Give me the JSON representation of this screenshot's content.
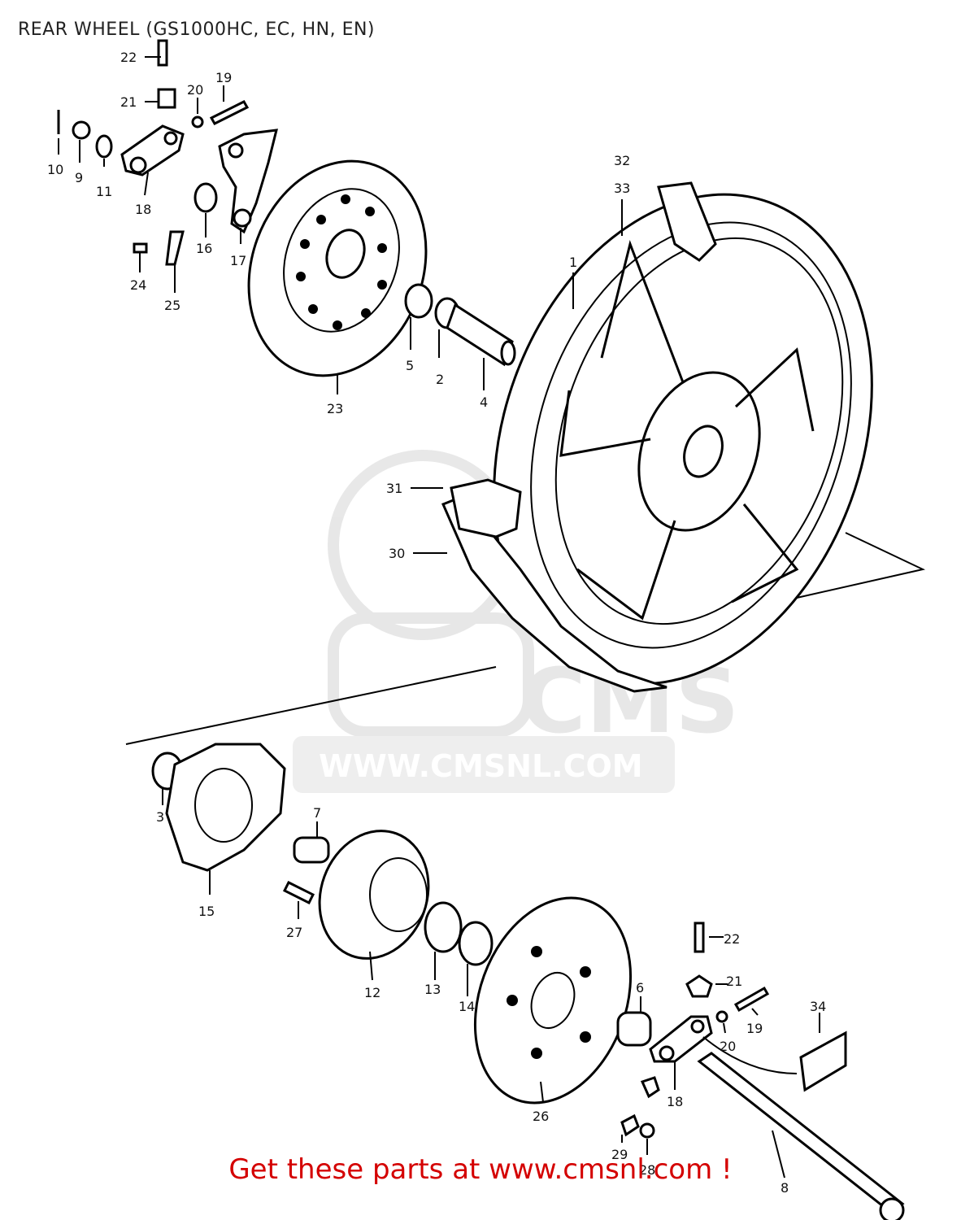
{
  "title": "REAR WHEEL (GS1000HC, EC, HN, EN)",
  "watermark": {
    "text": "WWW.CMSNL.COM",
    "logo": "CMS"
  },
  "call_to_action": {
    "text": "Get these parts at www.cmsnl.com !",
    "color": "#d40000"
  },
  "colors": {
    "line": "#000000",
    "watermark": "#c8c8c8",
    "cta": "#d40000"
  },
  "callouts": [
    {
      "id": "c22a",
      "text": "22"
    },
    {
      "id": "c21a",
      "text": "21"
    },
    {
      "id": "c20a",
      "text": "20"
    },
    {
      "id": "c19a",
      "text": "19"
    },
    {
      "id": "c10",
      "text": "10"
    },
    {
      "id": "c9",
      "text": "9"
    },
    {
      "id": "c11",
      "text": "11"
    },
    {
      "id": "c18a",
      "text": "18"
    },
    {
      "id": "c16",
      "text": "16"
    },
    {
      "id": "c17",
      "text": "17"
    },
    {
      "id": "c24",
      "text": "24"
    },
    {
      "id": "c25",
      "text": "25"
    },
    {
      "id": "c23",
      "text": "23"
    },
    {
      "id": "c5",
      "text": "5"
    },
    {
      "id": "c2",
      "text": "2"
    },
    {
      "id": "c4",
      "text": "4"
    },
    {
      "id": "c32",
      "text": "32"
    },
    {
      "id": "c33",
      "text": "33"
    },
    {
      "id": "c1",
      "text": "1"
    },
    {
      "id": "c31",
      "text": "31"
    },
    {
      "id": "c30",
      "text": "30"
    },
    {
      "id": "c3",
      "text": "3"
    },
    {
      "id": "c15",
      "text": "15"
    },
    {
      "id": "c7",
      "text": "7"
    },
    {
      "id": "c27",
      "text": "27"
    },
    {
      "id": "c12",
      "text": "12"
    },
    {
      "id": "c13",
      "text": "13"
    },
    {
      "id": "c14",
      "text": "14"
    },
    {
      "id": "c26",
      "text": "26"
    },
    {
      "id": "c22b",
      "text": "22"
    },
    {
      "id": "c21b",
      "text": "21"
    },
    {
      "id": "c19b",
      "text": "19"
    },
    {
      "id": "c20b",
      "text": "20"
    },
    {
      "id": "c6",
      "text": "6"
    },
    {
      "id": "c18b",
      "text": "18"
    },
    {
      "id": "c34",
      "text": "34"
    },
    {
      "id": "c29",
      "text": "29"
    },
    {
      "id": "c28",
      "text": "28"
    },
    {
      "id": "c8",
      "text": "8"
    }
  ]
}
